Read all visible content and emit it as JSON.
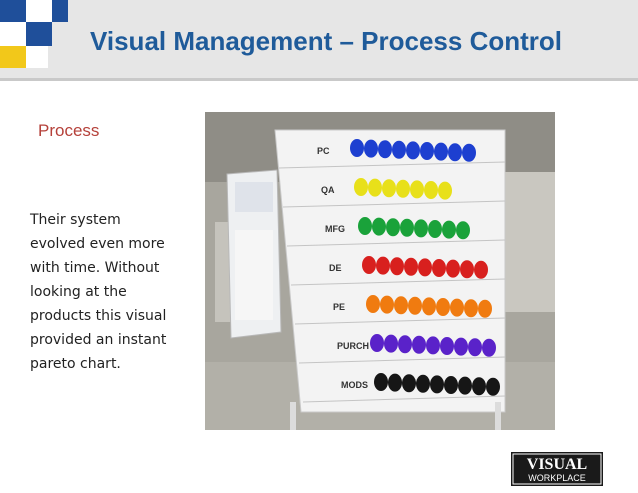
{
  "slide": {
    "title": "Visual Management – Process Control",
    "section_label": "Process",
    "body_lines": [
      "Their system",
      "evolved even more",
      "with time.  Without",
      "looking at the",
      "products this visual",
      "provided an instant",
      "pareto chart."
    ]
  },
  "board": {
    "rows": [
      "PC",
      "QA",
      "MFG",
      "DE",
      "PE",
      "PURCH",
      "MODS"
    ],
    "row_colors": [
      "#1d3fd0",
      "#e8e01a",
      "#1aa23a",
      "#d8201e",
      "#f07b10",
      "#5a22c9",
      "#161616"
    ],
    "filled_counts": [
      9,
      7,
      8,
      9,
      10,
      10,
      10
    ]
  },
  "brand": {
    "line1": "VISUAL",
    "line2": "WORKPLACE"
  },
  "colors": {
    "title": "#1f5b9a",
    "section_label": "#b5413a",
    "header_bg": "#e6e6e6"
  }
}
